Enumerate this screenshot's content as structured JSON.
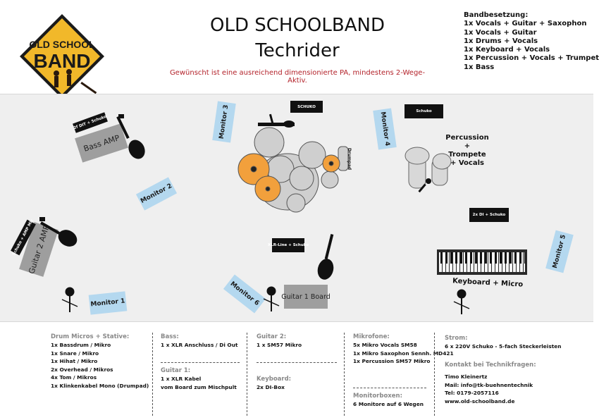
{
  "header": {
    "title_line1": "OLD SCHOOLBAND",
    "title_line2": "Techrider",
    "subtitle": "Gewünscht ist eine ausreichend dimensionierte PA, mindestens 2-Wege-Aktiv.",
    "logo_line1": "OLD SCHOOL",
    "logo_line2": "BAND"
  },
  "band": {
    "heading": "Bandbesetzung:",
    "members": [
      "1x Vocals + Guitar + Saxophon",
      "1x Vocals + Guitar",
      "1x Drums + Vocals",
      "1x Keyboard + Vocals",
      "1x Percussion + Vocals + Trumpet",
      "1x Bass"
    ]
  },
  "stage": {
    "monitors": [
      "Monitor 1",
      "Monitor 2",
      "Monitor 3",
      "Monitor 4",
      "Monitor 5",
      "Monitor 6"
    ],
    "amps": {
      "bass": "Bass AMP",
      "guitar2": "Guitar 2 AMP",
      "guitar1": "Guitar 1 Board"
    },
    "power": {
      "bass": "2f DIT + Schuko",
      "drums": "SCHUKO",
      "perc": "Schuko",
      "keys": "2x DI + Schuko",
      "guitar1": "XLR-Line + Schuko",
      "guitar2": "Schuko + AMP Mic"
    },
    "drumpad": "Drumpad",
    "percussion_label": [
      "Percussion +",
      "Trompete",
      "+ Vocals"
    ],
    "keyboard_label": "Keyboard + Micro"
  },
  "footer": {
    "drums": {
      "heading": "Drum Micros + Stative:",
      "items": [
        "1x Bassdrum / Mikro",
        "1x Snare / Mikro",
        "1x Hihat / Mikro",
        "2x Overhead / Mikros",
        "4x Tom / Mikros",
        "1x Klinkenkabel Mono (Drumpad)"
      ]
    },
    "bass": {
      "heading": "Bass:",
      "items": [
        "1 x XLR Anschluss / Di Out"
      ]
    },
    "guitar1": {
      "heading": "Guitar 1:",
      "items": [
        "1 x XLR Kabel",
        "vom Board zum Mischpult"
      ]
    },
    "guitar2": {
      "heading": "Guitar 2:",
      "items": [
        "1 x SM57 Mikro"
      ]
    },
    "keyboard": {
      "heading": "Keyboard:",
      "items": [
        "2x DI-Box"
      ]
    },
    "mics": {
      "heading": "Mikrofone:",
      "items": [
        "5x Mikro Vocals SM58",
        "1x Mikro Saxophon Sennh. MD421",
        "1x Percussion SM57 Mikro"
      ]
    },
    "monitorboxes": {
      "heading": "Monitorboxen:",
      "items": [
        "6 Monitore auf 6 Wegen"
      ]
    },
    "power": {
      "heading": "Strom:",
      "items": [
        "6 x 220V Schuko - 5-fach Steckerleisten"
      ]
    },
    "contact": {
      "heading": "Kontakt bei Technikfragen:",
      "items": [
        "Timo Kleinertz",
        "Mail: info@tk-buehnentechnik",
        "Tel: 0179-2057116",
        "www.old-schoolband.de"
      ]
    }
  },
  "colors": {
    "monitor": "#b4d8ef",
    "amp": "#9e9e9e",
    "accent_red": "#b3222a",
    "cymbal": "#f2a03c",
    "stage_bg": "#efefef"
  }
}
